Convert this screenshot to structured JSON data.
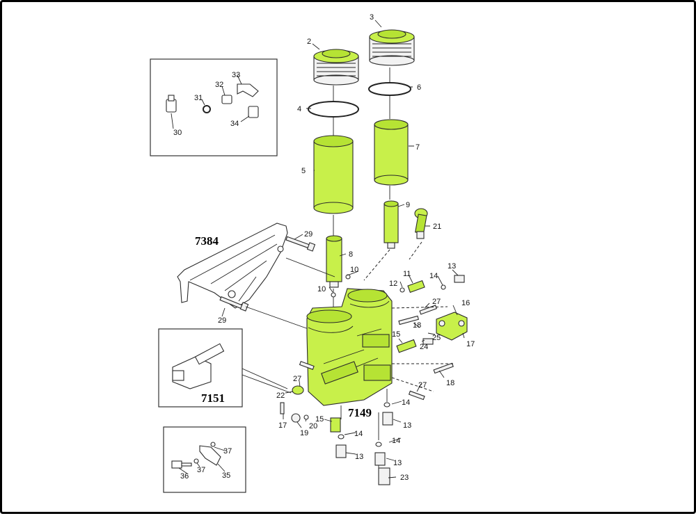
{
  "diagram": {
    "assemblies": {
      "a7384": "7384",
      "a7149": "7149",
      "a7151": "7151"
    },
    "callouts": {
      "c2": "2",
      "c3": "3",
      "c4": "4",
      "c5": "5",
      "c6": "6",
      "c7": "7",
      "c8": "8",
      "c9": "9",
      "c10a": "10",
      "c10b": "10",
      "c11": "11",
      "c12": "12",
      "c13a": "13",
      "c13b": "13",
      "c13c": "13",
      "c13d": "13",
      "c14a": "14",
      "c14b": "14",
      "c14c": "14",
      "c14d": "14",
      "c15a": "15",
      "c15b": "15",
      "c16": "16",
      "c17a": "17",
      "c17b": "17",
      "c18a": "18",
      "c18b": "18",
      "c19": "19",
      "c20": "20",
      "c21": "21",
      "c22": "22",
      "c23": "23",
      "c24": "24",
      "c25": "25",
      "c27a": "27",
      "c27b": "27",
      "c27c": "27",
      "c29a": "29",
      "c29b": "29",
      "c30": "30",
      "c31": "31",
      "c32": "32",
      "c33": "33",
      "c34": "34",
      "c35": "35",
      "c36": "36",
      "c37a": "37",
      "c37b": "37"
    },
    "colors": {
      "part": "#c8f04a",
      "outline": "#2a2a2a",
      "background": "#ffffff"
    }
  }
}
